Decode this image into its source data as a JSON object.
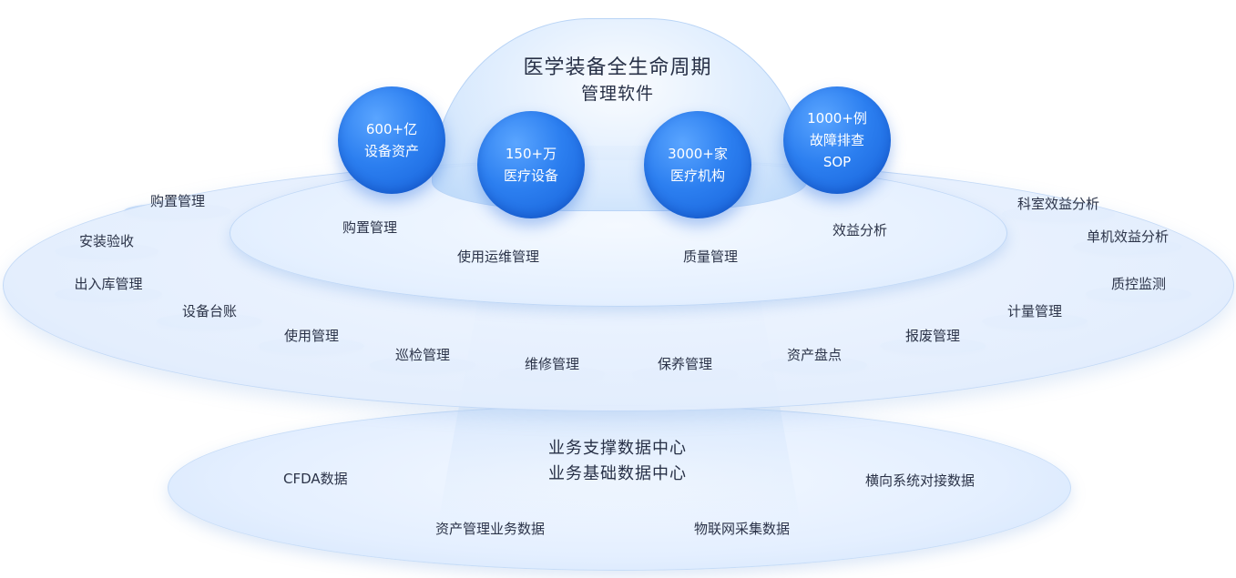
{
  "dome": {
    "title": "医学装备全生命周期",
    "subtitle": "管理软件"
  },
  "bubbles": [
    {
      "line1": "600+亿",
      "line2": "设备资产",
      "line3": ""
    },
    {
      "line1": "150+万",
      "line2": "医疗设备",
      "line3": ""
    },
    {
      "line1": "3000+家",
      "line2": "医疗机构",
      "line3": ""
    },
    {
      "line1": "1000+例",
      "line2": "故障排查",
      "line3": "SOP"
    }
  ],
  "upper_plate_labels": [
    "购置管理",
    "使用运维管理",
    "质量管理",
    "效益分析"
  ],
  "ring_items": [
    "购置管理",
    "安装验收",
    "出入库管理",
    "设备台账",
    "使用管理",
    "巡检管理",
    "维修管理",
    "保养管理",
    "资产盘点",
    "报废管理",
    "计量管理",
    "质控监测",
    "单机效益分析",
    "科室效益分析"
  ],
  "data_center": {
    "line1": "业务支撑数据中心",
    "line2": "业务基础数据中心",
    "items": [
      "CFDA数据",
      "资产管理业务数据",
      "物联网采集数据",
      "横向系统对接数据"
    ]
  },
  "colors": {
    "bubble": "#1f6fe6",
    "disc": "#e4efff",
    "text": "#2b3348"
  }
}
